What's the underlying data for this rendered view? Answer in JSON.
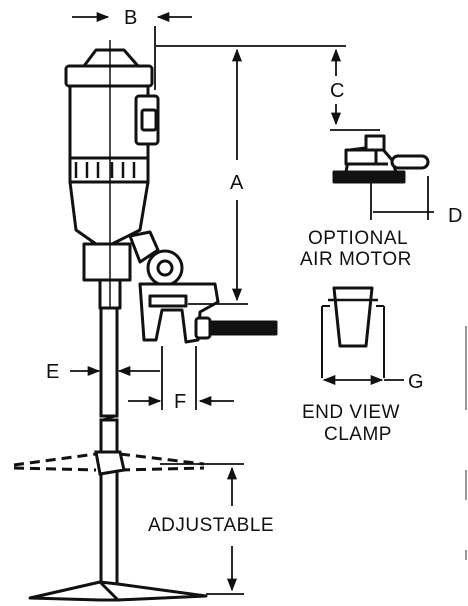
{
  "labels": {
    "b": "B",
    "a": "A",
    "c": "C",
    "d": "D",
    "e": "E",
    "f": "F",
    "g": "G",
    "optional_line1": "OPTIONAL",
    "optional_line2": "AIR MOTOR",
    "endview_line1": "END VIEW",
    "endview_line2": "CLAMP",
    "adjustable": "ADJUSTABLE"
  }
}
